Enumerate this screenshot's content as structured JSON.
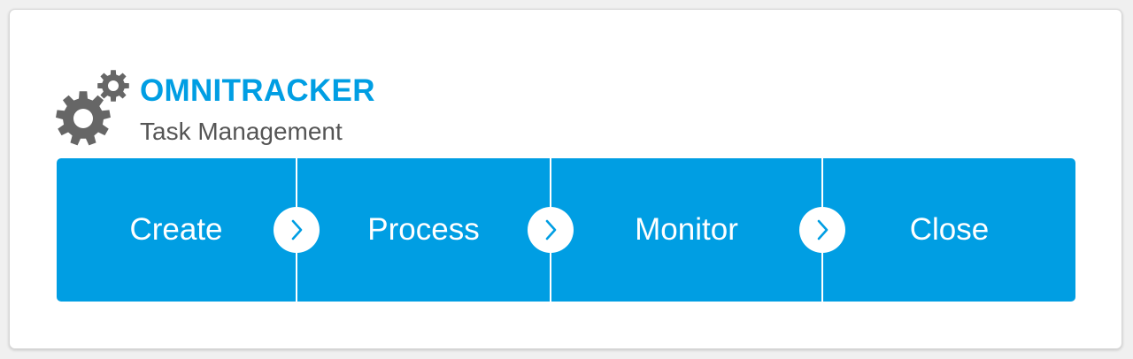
{
  "header": {
    "brand": "OMNITRACKER",
    "subtitle": "Task Management",
    "logo_icon": "gears-icon"
  },
  "process": {
    "steps": [
      {
        "label": "Create"
      },
      {
        "label": "Process"
      },
      {
        "label": "Monitor"
      },
      {
        "label": "Close"
      }
    ],
    "connector_icon": "chevron-right-icon"
  },
  "colors": {
    "accent": "#009ee3",
    "brand_text": "#009ee3",
    "subtitle_text": "#555555",
    "logo_gray": "#666666",
    "step_text": "#ffffff",
    "card_background": "#ffffff"
  }
}
